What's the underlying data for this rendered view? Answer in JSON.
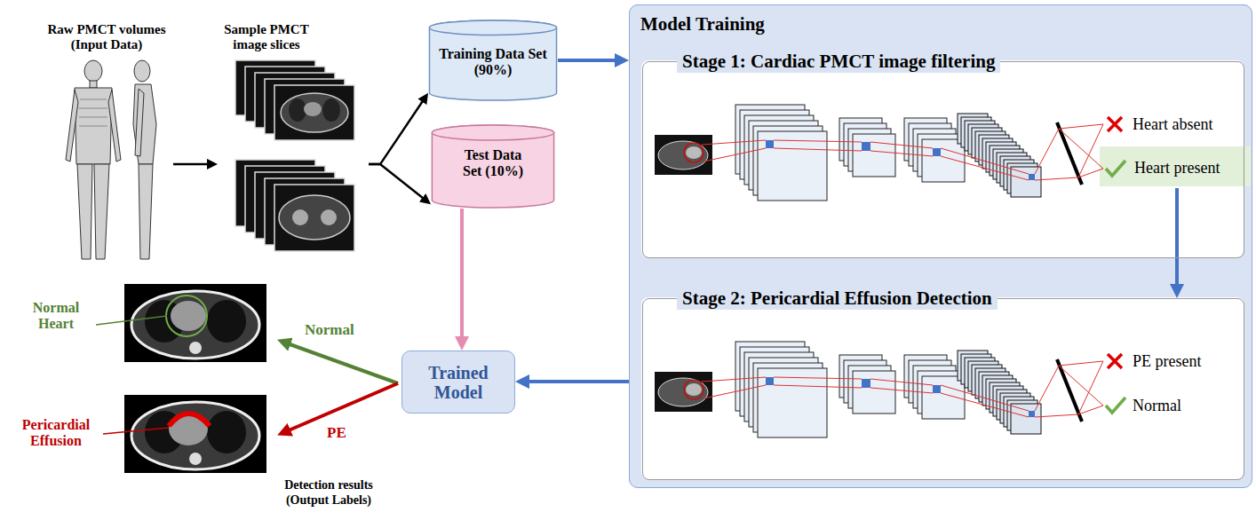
{
  "diagram": {
    "nodes": [
      {
        "text": [
          "Raw PMCT volumes (Input Data)"
        ]
      },
      {
        "text": [
          "Sample PMCT image slices"
        ]
      },
      {
        "text": [
          "Training Data Set (90%)"
        ]
      },
      {
        "text": [
          "Test Data Set (10%)"
        ]
      },
      {
        "text": [
          "Model Training"
        ]
      },
      {
        "text": [
          "Stage 1: Cardiac PMCT image filtering"
        ],
        "in": 4
      },
      {
        "text": [
          "Heart present"
        ],
        "in": 5
      },
      {
        "text": [
          "Stage 2: Pericardial Effusion Detection"
        ],
        "in": 4
      },
      {
        "text": [
          "Trained Model"
        ]
      }
    ],
    "edges": [
      {
        "from": 0,
        "to": 1,
        "arrow": "to"
      },
      {
        "from": 1,
        "to": 2,
        "arrow": "to"
      },
      {
        "from": 1,
        "to": 3,
        "arrow": "to"
      },
      {
        "from": 2,
        "to": 4,
        "arrow": "to"
      },
      {
        "from": 6,
        "to": 7,
        "arrow": "to"
      },
      {
        "from": 3,
        "to": 8,
        "arrow": "to"
      },
      {
        "from": 4,
        "to": 8,
        "arrow": "to"
      }
    ],
    "labels": [
      "Heart absent",
      "PE present",
      "Normal",
      "Normal Heart",
      "Normal",
      "Pericardial Effusion",
      "PE",
      "Detection results (Output Labels)"
    ]
  }
}
